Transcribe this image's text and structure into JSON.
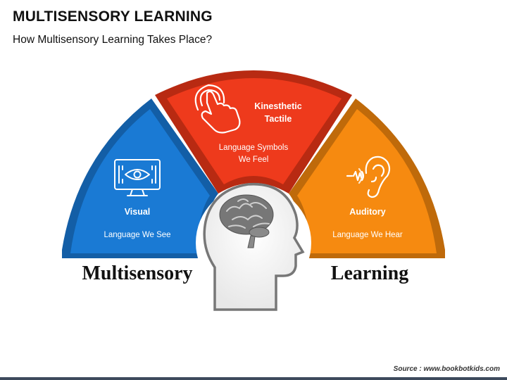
{
  "title": "MULTISENSORY LEARNING",
  "subtitle": "How Multisensory Learning Takes Place?",
  "segments": {
    "visual": {
      "title": "Visual",
      "desc": "Language We See",
      "color": "#1a7ad4",
      "border": "#135ea6"
    },
    "kinesthetic": {
      "title_line1": "Kinesthetic",
      "title_line2": "Tactile",
      "desc_line1": "Language Symbols",
      "desc_line2": "We Feel",
      "color": "#ee3a1c",
      "border": "#b82a12"
    },
    "auditory": {
      "title": "Auditory",
      "desc": "Language We Hear",
      "color": "#f68a10",
      "border": "#bf6a0a"
    }
  },
  "label_left": "Multisensory",
  "label_right": "Learning",
  "source": "Source : www.bookbotkids.com",
  "icons": {
    "visual": "monitor-eye-icon",
    "kinesthetic": "touch-hand-icon",
    "auditory": "ear-sound-icon",
    "center": "head-brain-icon"
  }
}
